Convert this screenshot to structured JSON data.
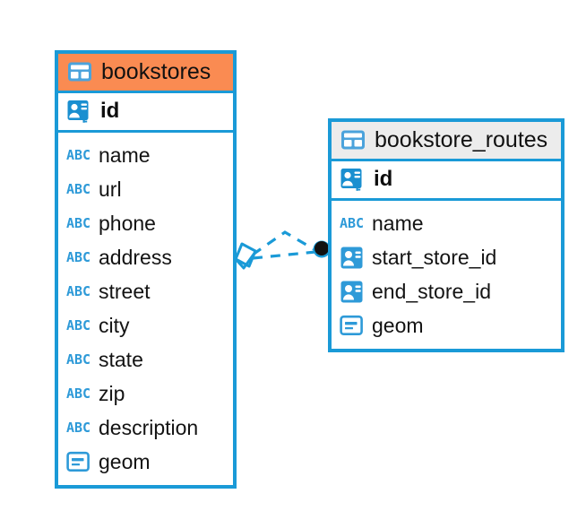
{
  "diagram": {
    "type": "er-diagram",
    "background": "#ffffff",
    "accent_blue": "#1a9ad7",
    "accent_orange": "#fa8b52",
    "accent_grey": "#ececec",
    "text_color": "#131313",
    "entities": [
      {
        "name": "bookstores",
        "header_style": "accent-orange",
        "table_icon": "table-icon",
        "primary_key": {
          "label": "id",
          "icon": "primary-key-icon"
        },
        "fields": [
          {
            "label": "name",
            "icon": "text-abc-icon"
          },
          {
            "label": "url",
            "icon": "text-abc-icon"
          },
          {
            "label": "phone",
            "icon": "text-abc-icon"
          },
          {
            "label": "address",
            "icon": "text-abc-icon"
          },
          {
            "label": "street",
            "icon": "text-abc-icon"
          },
          {
            "label": "city",
            "icon": "text-abc-icon"
          },
          {
            "label": "state",
            "icon": "text-abc-icon"
          },
          {
            "label": "zip",
            "icon": "text-abc-icon"
          },
          {
            "label": "description",
            "icon": "text-abc-icon"
          },
          {
            "label": "geom",
            "icon": "geometry-icon"
          }
        ]
      },
      {
        "name": "bookstore_routes",
        "header_style": "accent-grey",
        "table_icon": "table-icon",
        "primary_key": {
          "label": "id",
          "icon": "primary-key-icon"
        },
        "fields": [
          {
            "label": "name",
            "icon": "text-abc-icon"
          },
          {
            "label": "start_store_id",
            "icon": "foreign-key-icon"
          },
          {
            "label": "end_store_id",
            "icon": "foreign-key-icon"
          },
          {
            "label": "geom",
            "icon": "geometry-icon"
          }
        ]
      }
    ],
    "relationship": {
      "from_entity": "bookstores",
      "to_entity": "bookstore_routes",
      "line_style": "dashed",
      "source_marker": "diamond-marker",
      "target_marker": "filled-circle-marker",
      "color": "#1a9ad7"
    }
  }
}
